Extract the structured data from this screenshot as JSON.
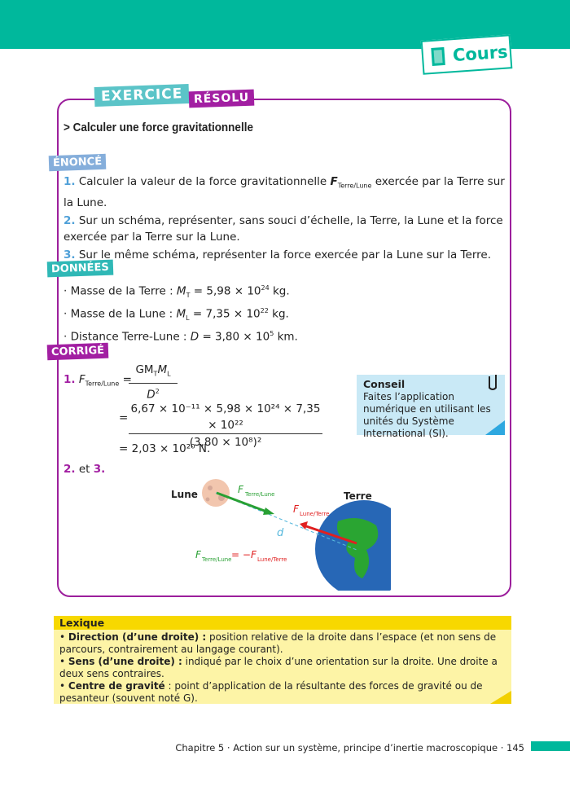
{
  "header": {
    "section_label": "Cours",
    "accent": "#00b89c",
    "icon": "book-icon"
  },
  "exercise": {
    "badge_1": "EXERCICE",
    "badge_2": "RÉSOLU",
    "title": "> Calculer une force gravitationnelle",
    "enonce": {
      "label": "ÉNONCÉ",
      "items": [
        {
          "num": "1.",
          "text_a": "Calculer la valeur de la force gravitationnelle",
          "vec": "F",
          "sub": "Terre/Lune",
          "text_b": "exercée par la Terre sur la Lune."
        },
        {
          "num": "2.",
          "text": "Sur un schéma, représenter, sans souci d’échelle, la Terre, la Lune et la force exercée par la Terre sur la Lune."
        },
        {
          "num": "3.",
          "text": "Sur le même schéma, représenter la force exercée par la Lune sur la Terre."
        }
      ]
    },
    "donnees": {
      "label": "DONNÉES",
      "items": [
        {
          "text": "Masse de la Terre : ",
          "sym": "M",
          "sub": "T",
          "value": " = 5,98 × 10",
          "exp": "24",
          "unit": " kg."
        },
        {
          "text": "Masse de la Lune : ",
          "sym": "M",
          "sub": "L",
          "value": " = 7,35 × 10",
          "exp": "22",
          "unit": " kg."
        },
        {
          "text": "Distance Terre-Lune : ",
          "sym": "D",
          "sub": "",
          "value": " = 3,80 × 10",
          "exp": "5",
          "unit": " km."
        }
      ]
    },
    "corrige": {
      "label": "CORRIGÉ",
      "q1": "1.",
      "F": "F",
      "F_sub": "Terre/Lune",
      "num1": "GM",
      "num1_sub1": "T",
      "num1_M": "M",
      "num1_sub2": "L",
      "den1": "D",
      "den1_exp": "2",
      "num2": "6,67 × 10⁻¹¹ × 5,98 × 10²⁴ × 7,35 × 10²²",
      "den2": "(3,80 × 10⁸)²",
      "result": "= 2,03 × 10²⁰ N.",
      "q23_a": "2.",
      "q23_b": " et ",
      "q23_c": "3."
    },
    "conseil": {
      "title": "Conseil",
      "text": "Faites l’application numérique en utilisant les unités du Système International (SI).",
      "icon": "paperclip-icon"
    },
    "diagram": {
      "moon": "Lune",
      "earth": "Terre",
      "f1": "F",
      "f1_sub": "Terre/Lune",
      "f2": "F",
      "f2_sub": "Lune/Terre",
      "d": "d",
      "eq_a": "F",
      "eq_a_sub": "Terre/Lune",
      "eq_mid": " = −",
      "eq_b": "F",
      "eq_b_sub": "Lune/Terre"
    }
  },
  "lexique": {
    "title": "Lexique",
    "items": [
      {
        "term": "Direction (d’une droite) :",
        "def": " position relative de la droite dans l’espace (et non sens de parcours, contrairement au langage courant)."
      },
      {
        "term": "Sens (d’une droite) :",
        "def": " indiqué par le choix d’une orientation sur la droite. Une droite a deux sens contraires."
      },
      {
        "term": "Centre de gravité",
        "def": " : point d’application de la résultante des forces de gravité ou de pesanteur (souvent noté G)."
      }
    ]
  },
  "footer": {
    "text": "Chapitre 5 · Action sur un système, principe d’inertie macroscopique · 145"
  }
}
